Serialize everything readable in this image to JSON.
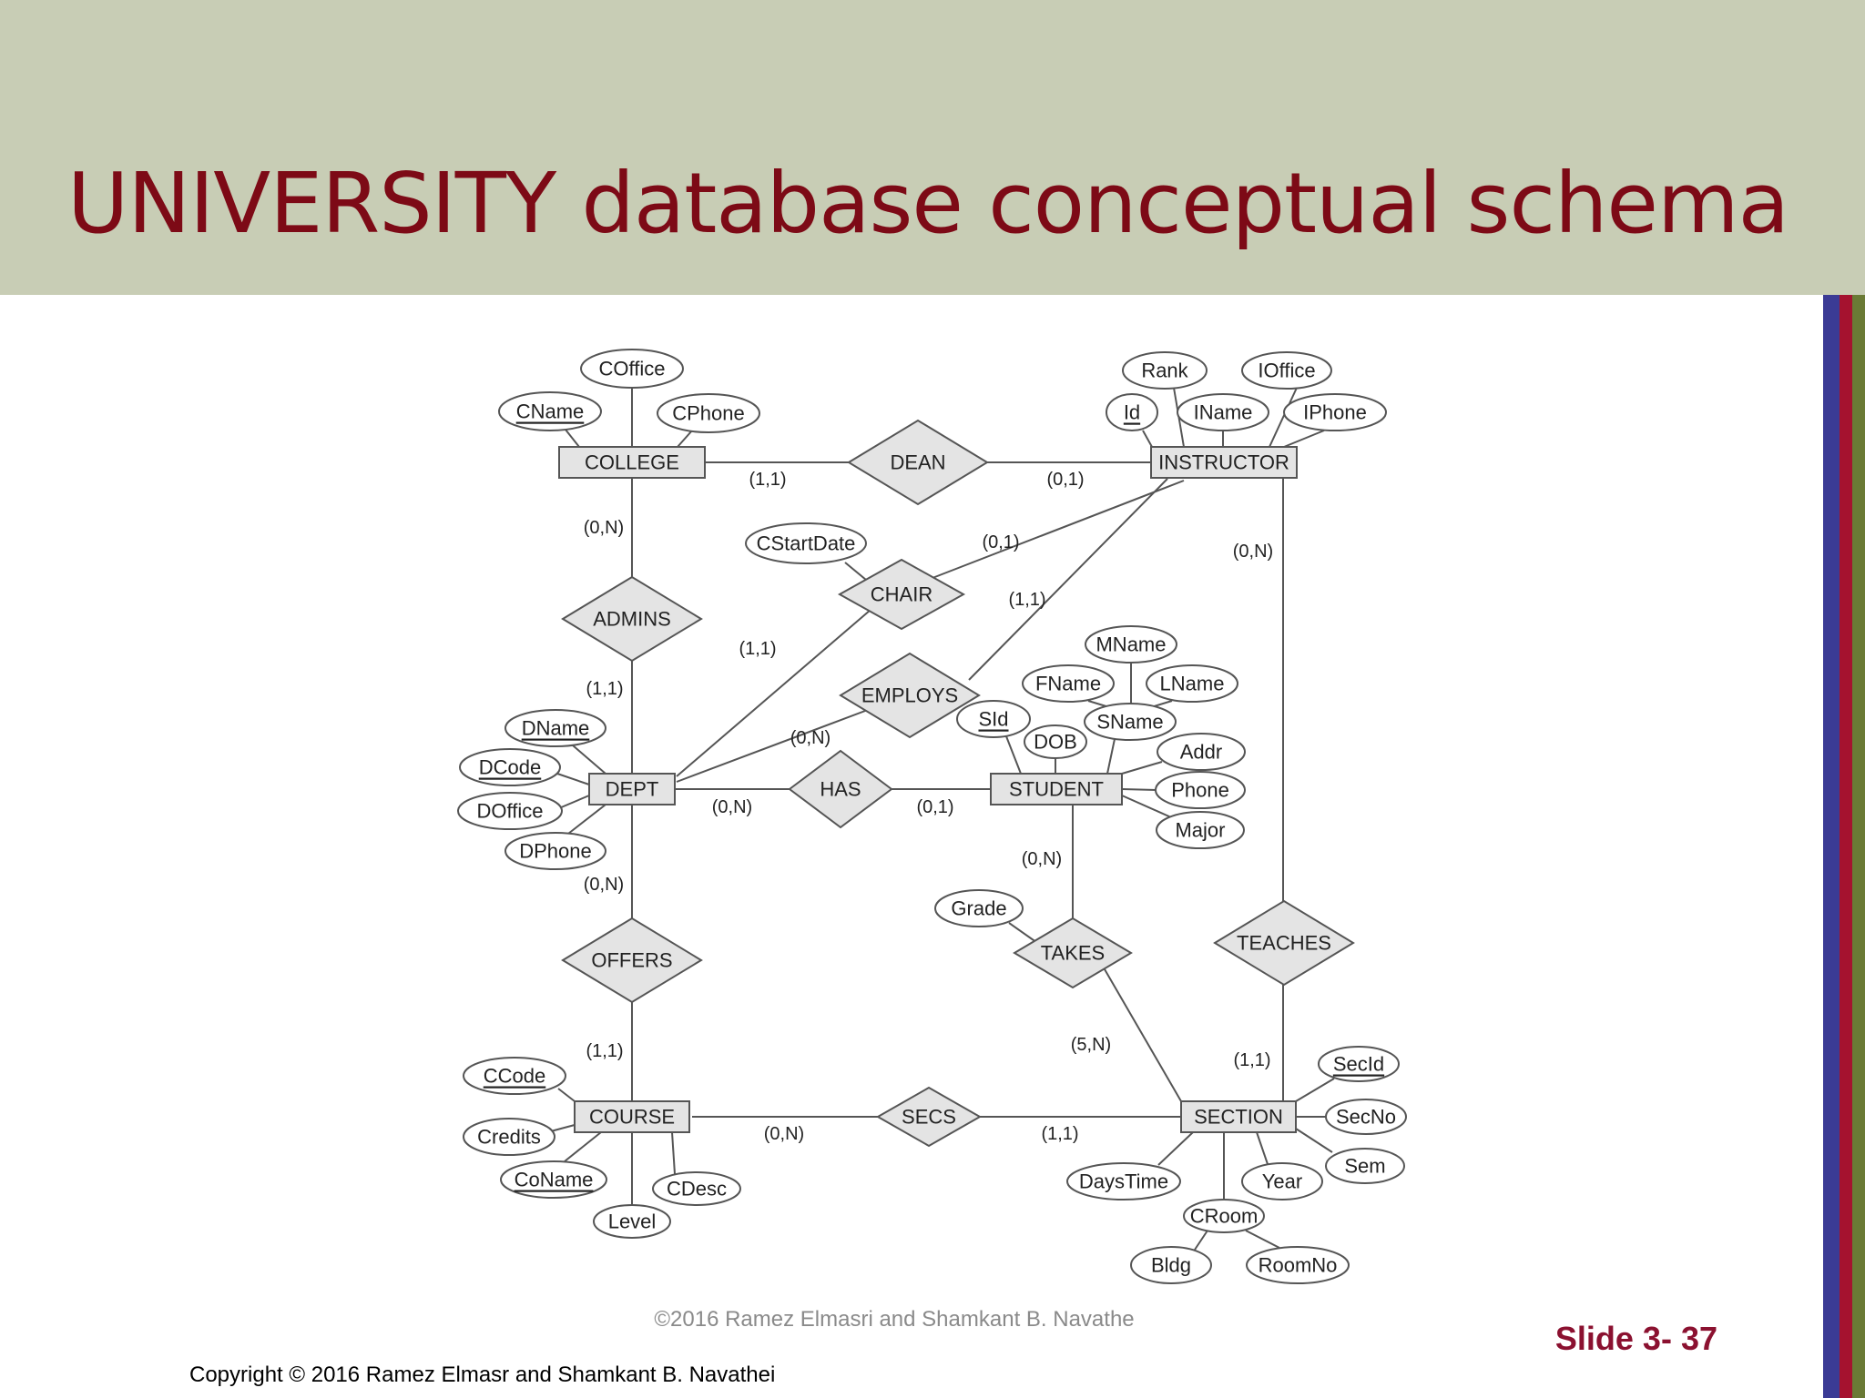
{
  "slide": {
    "title": "UNIVERSITY database conceptual schema",
    "footer_center": "©2016 Ramez Elmasri and Shamkant B. Navathe",
    "footer_left": "Copyright © 2016 Ramez Elmasr and Shamkant B. Navathei",
    "slide_number": "Slide 3- 37"
  },
  "diagram": {
    "entities": [
      {
        "id": "college",
        "label": "COLLEGE"
      },
      {
        "id": "instructor",
        "label": "INSTRUCTOR"
      },
      {
        "id": "dept",
        "label": "DEPT"
      },
      {
        "id": "student",
        "label": "STUDENT"
      },
      {
        "id": "course",
        "label": "COURSE"
      },
      {
        "id": "section",
        "label": "SECTION"
      }
    ],
    "relationships": [
      {
        "id": "dean",
        "label": "DEAN"
      },
      {
        "id": "chair",
        "label": "CHAIR"
      },
      {
        "id": "admins",
        "label": "ADMINS"
      },
      {
        "id": "employs",
        "label": "EMPLOYS"
      },
      {
        "id": "has",
        "label": "HAS"
      },
      {
        "id": "offers",
        "label": "OFFERS"
      },
      {
        "id": "takes",
        "label": "TAKES"
      },
      {
        "id": "teaches",
        "label": "TEACHES"
      },
      {
        "id": "secs",
        "label": "SECS"
      }
    ],
    "attributes": [
      {
        "id": "coffice",
        "label": "COffice",
        "key": false
      },
      {
        "id": "cname",
        "label": "CName",
        "key": true
      },
      {
        "id": "cphone",
        "label": "CPhone",
        "key": false
      },
      {
        "id": "rank",
        "label": "Rank",
        "key": false
      },
      {
        "id": "ioffice",
        "label": "IOffice",
        "key": false
      },
      {
        "id": "iid",
        "label": "Id",
        "key": true
      },
      {
        "id": "iname",
        "label": "IName",
        "key": false
      },
      {
        "id": "iphone",
        "label": "IPhone",
        "key": false
      },
      {
        "id": "cstartdate",
        "label": "CStartDate",
        "key": false
      },
      {
        "id": "mname",
        "label": "MName",
        "key": false
      },
      {
        "id": "fname",
        "label": "FName",
        "key": false
      },
      {
        "id": "lname",
        "label": "LName",
        "key": false
      },
      {
        "id": "sname",
        "label": "SName",
        "key": false
      },
      {
        "id": "sid",
        "label": "SId",
        "key": true
      },
      {
        "id": "dob",
        "label": "DOB",
        "key": false
      },
      {
        "id": "addr",
        "label": "Addr",
        "key": false
      },
      {
        "id": "phone",
        "label": "Phone",
        "key": false
      },
      {
        "id": "major",
        "label": "Major",
        "key": false
      },
      {
        "id": "dname",
        "label": "DName",
        "key": true
      },
      {
        "id": "dcode",
        "label": "DCode",
        "key": true
      },
      {
        "id": "doffice",
        "label": "DOffice",
        "key": false
      },
      {
        "id": "dphone",
        "label": "DPhone",
        "key": false
      },
      {
        "id": "grade",
        "label": "Grade",
        "key": false
      },
      {
        "id": "ccode",
        "label": "CCode",
        "key": true
      },
      {
        "id": "credits",
        "label": "Credits",
        "key": false
      },
      {
        "id": "coname",
        "label": "CoName",
        "key": true
      },
      {
        "id": "level",
        "label": "Level",
        "key": false
      },
      {
        "id": "cdesc",
        "label": "CDesc",
        "key": false
      },
      {
        "id": "secid",
        "label": "SecId",
        "key": true
      },
      {
        "id": "secno",
        "label": "SecNo",
        "key": false
      },
      {
        "id": "sem",
        "label": "Sem",
        "key": false
      },
      {
        "id": "year",
        "label": "Year",
        "key": false
      },
      {
        "id": "daystime",
        "label": "DaysTime",
        "key": false
      },
      {
        "id": "croom",
        "label": "CRoom",
        "key": false
      },
      {
        "id": "bldg",
        "label": "Bldg",
        "key": false
      },
      {
        "id": "roomno",
        "label": "RoomNo",
        "key": false
      }
    ],
    "cardinalities": [
      {
        "id": "college-dean",
        "label": "(1,1)"
      },
      {
        "id": "instructor-dean",
        "label": "(0,1)"
      },
      {
        "id": "college-admins",
        "label": "(0,N)"
      },
      {
        "id": "dept-admins",
        "label": "(1,1)"
      },
      {
        "id": "instructor-chair",
        "label": "(0,1)"
      },
      {
        "id": "dept-chair",
        "label": "(1,1)"
      },
      {
        "id": "instructor-employs",
        "label": "(1,1)"
      },
      {
        "id": "dept-employs",
        "label": "(0,N)"
      },
      {
        "id": "instructor-teaches",
        "label": "(0,N)"
      },
      {
        "id": "dept-has",
        "label": "(0,N)"
      },
      {
        "id": "student-has",
        "label": "(0,1)"
      },
      {
        "id": "dept-offers",
        "label": "(0,N)"
      },
      {
        "id": "course-offers",
        "label": "(1,1)"
      },
      {
        "id": "student-takes",
        "label": "(0,N)"
      },
      {
        "id": "section-takes",
        "label": "(5,N)"
      },
      {
        "id": "section-teaches",
        "label": "(1,1)"
      },
      {
        "id": "course-secs",
        "label": "(0,N)"
      },
      {
        "id": "section-secs",
        "label": "(1,1)"
      }
    ]
  }
}
